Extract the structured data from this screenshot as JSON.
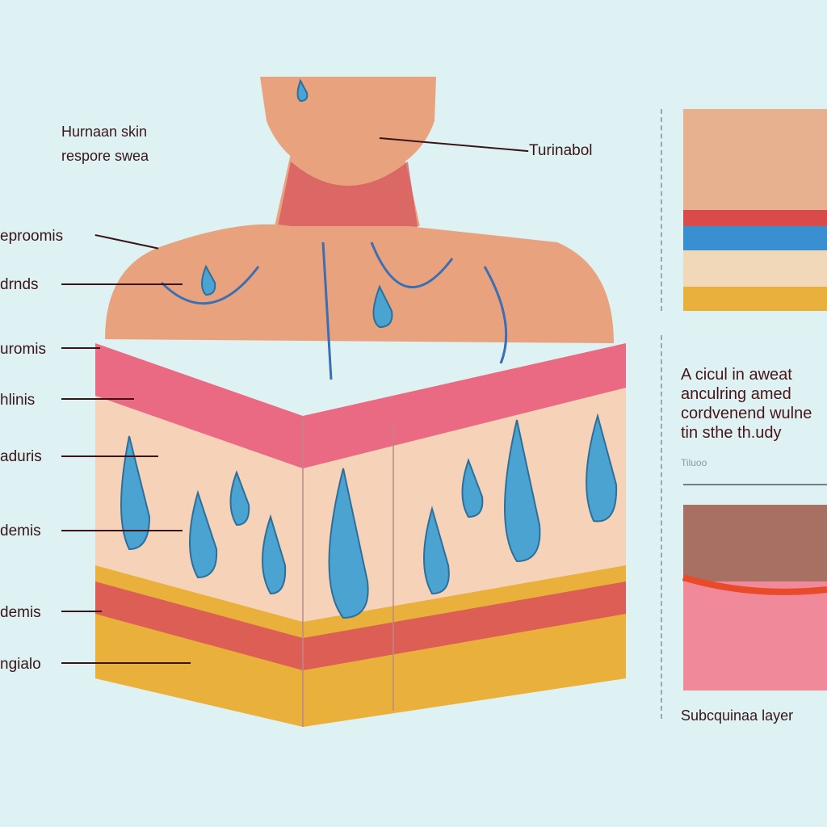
{
  "title": [
    "Hurnaan skin",
    "respore swea"
  ],
  "right_label": "Turinabol",
  "left_labels": [
    "eproomis",
    "drnds",
    "uromis",
    "hlinis",
    "aduris",
    "demis",
    "demis",
    "ngialo"
  ],
  "description": [
    "A cicul in awеat",
    "anculring amed",
    "cordvenend wulne",
    "tin sthe th.udy"
  ],
  "description_small": "Tiluoo",
  "bottom_label": "Subcquinaa layer",
  "colors": {
    "background": "#def2f3",
    "skin": "#e9a27e",
    "dermis": "#f6d2b8",
    "fat": "#e9b13c",
    "sweat": "#4aa3d1",
    "vessel": "#d44050"
  }
}
